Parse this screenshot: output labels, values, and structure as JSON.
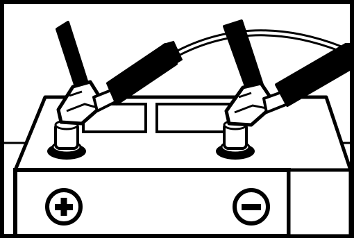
{
  "illustration": {
    "subject": "jumper-cable-clamps-on-battery",
    "terminals": [
      {
        "polarity": "positive",
        "symbol": "+",
        "icon": "plus-icon"
      },
      {
        "polarity": "negative",
        "symbol": "−",
        "icon": "minus-icon"
      }
    ],
    "colors": {
      "ink": "#000000",
      "paper": "#ffffff"
    }
  }
}
